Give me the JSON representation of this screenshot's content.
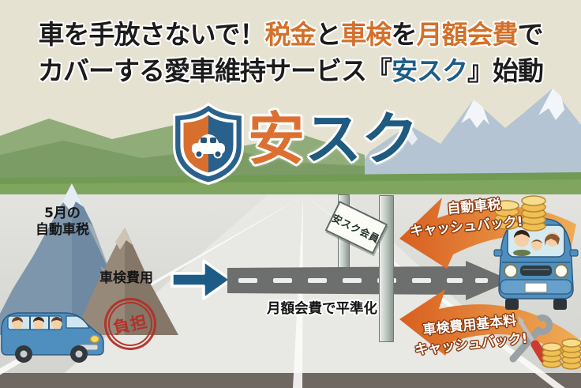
{
  "headline": {
    "line1": [
      {
        "text": "車を手放さないで！",
        "color": "#1b1b1b"
      },
      {
        "text": "税金",
        "color": "#d4702a"
      },
      {
        "text": "と",
        "color": "#1b1b1b"
      },
      {
        "text": "車検",
        "color": "#d4702a"
      },
      {
        "text": "を",
        "color": "#1b1b1b"
      },
      {
        "text": "月額会費",
        "color": "#d4702a"
      },
      {
        "text": "で",
        "color": "#1b1b1b"
      }
    ],
    "line2": [
      {
        "text": "カバーする愛車維持サービス",
        "color": "#1b1b1b"
      },
      {
        "text": "『",
        "color": "#1b1b1b"
      },
      {
        "text": "安スク",
        "color": "#1d5c86"
      },
      {
        "text": "』",
        "color": "#1b1b1b"
      },
      {
        "text": "始動",
        "color": "#1b1b1b"
      }
    ]
  },
  "logo": {
    "part1": "安",
    "part2": "スク",
    "icon": "shield-car-icon"
  },
  "left_scene": {
    "tax_mountain_label_line1": "5月の",
    "tax_mountain_label_line2": "自動車税",
    "inspection_mountain_label": "車検費用",
    "burden_stamp": "負担"
  },
  "road": {
    "gate_sign": "安スク会員",
    "caption": "月額会費で平準化"
  },
  "cashback_top": {
    "line1": "自動車税",
    "line2": "キャッシュバック!"
  },
  "cashback_bottom": {
    "line1": "車検費用基本料",
    "line2": "キャッシュバック!"
  },
  "icons": {
    "logo": "shield-car-icon",
    "left_vehicle": "family-van-icon",
    "right_vehicle": "family-car-icon",
    "money_top": "coin-stack-icon",
    "money_bottom": "coin-stack-icon",
    "maintenance": "wrench-screwdriver-icon",
    "flow": "blue-right-arrow-icon",
    "road": "road-arrow-icon"
  },
  "colors": {
    "accent_orange": "#d4702a",
    "brand_blue": "#1d5c86",
    "stamp_red": "#b23028",
    "road_gray": "#6d6f6e",
    "coin_gold": "#f0bf55",
    "sky_top": "#d7e5e2",
    "sky_warm": "#f5e1ba"
  }
}
